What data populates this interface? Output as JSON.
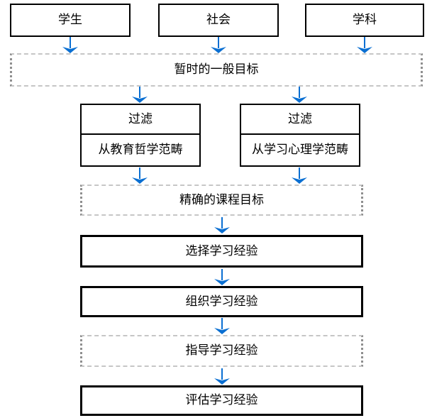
{
  "diagram": {
    "title_semantic": "curriculum-development-flowchart",
    "colors": {
      "arrow": "#0a6fd2",
      "solid_box_border": "#000000",
      "dashed_box_dash": "#c6c6c6",
      "dashed_box_dot": "#8f8f8f"
    },
    "nodes": {
      "student": {
        "label": "学生"
      },
      "society": {
        "label": "社会"
      },
      "subject": {
        "label": "学科"
      },
      "tentative_goals": {
        "label": "暂时的一般目标"
      },
      "filter_philosophy": {
        "title": "过滤",
        "subtitle": "从教育哲学范畴"
      },
      "filter_psychology": {
        "title": "过滤",
        "subtitle": "从学习心理学范畴"
      },
      "precise_goals": {
        "label": "精确的课程目标"
      },
      "select_experiences": {
        "label": "选择学习经验"
      },
      "organize_experiences": {
        "label": "组织学习经验"
      },
      "guide_experiences": {
        "label": "指导学习经验"
      },
      "evaluate_experiences": {
        "label": "评估学习经验"
      }
    }
  }
}
